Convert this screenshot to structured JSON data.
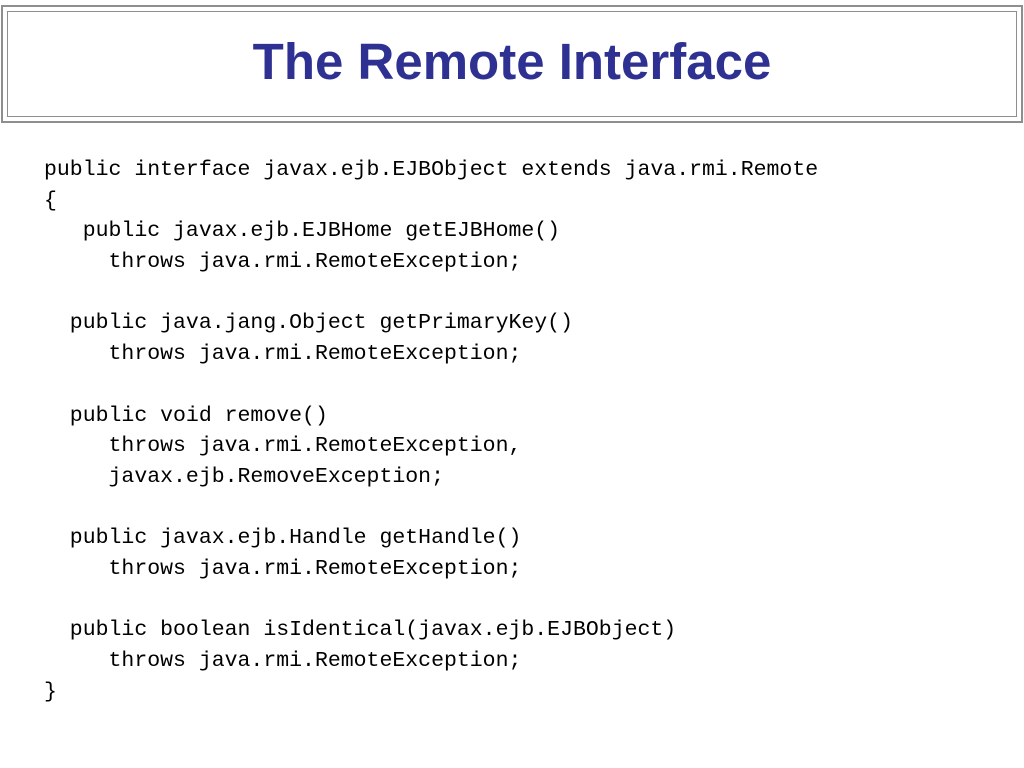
{
  "slide": {
    "title": "The Remote Interface",
    "title_color": "#2e3192",
    "code_lines": [
      "public interface javax.ejb.EJBObject extends java.rmi.Remote",
      "{",
      "   public javax.ejb.EJBHome getEJBHome()",
      "     throws java.rmi.RemoteException;",
      "",
      "  public java.jang.Object getPrimaryKey()",
      "     throws java.rmi.RemoteException;",
      "",
      "  public void remove()",
      "     throws java.rmi.RemoteException,",
      "     javax.ejb.RemoveException;",
      "",
      "  public javax.ejb.Handle getHandle()",
      "     throws java.rmi.RemoteException;",
      "",
      "  public boolean isIdentical(javax.ejb.EJBObject)",
      "     throws java.rmi.RemoteException;",
      "}"
    ]
  }
}
